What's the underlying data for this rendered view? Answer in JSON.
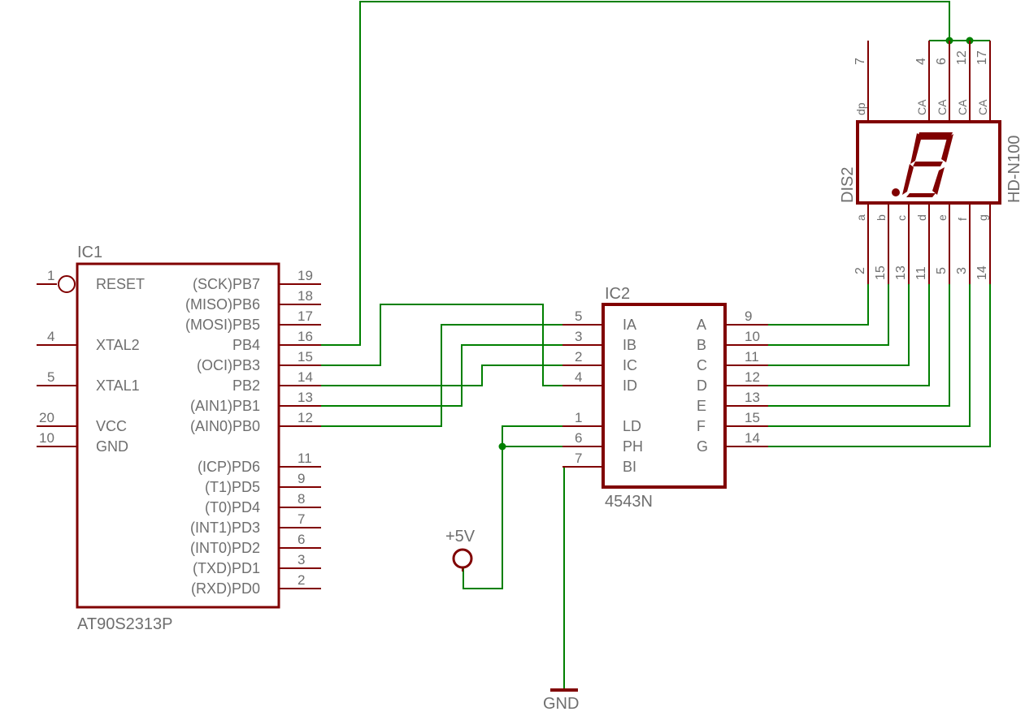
{
  "colors": {
    "component": "#800000",
    "wire": "#008000",
    "text": "#6e6e6e",
    "junction": "#008000"
  },
  "ic1": {
    "ref": "IC1",
    "part": "AT90S2313P",
    "left_pins": [
      {
        "num": "1",
        "label": "RESET",
        "active_low": true
      },
      {
        "num": "4",
        "label": "XTAL2"
      },
      {
        "num": "5",
        "label": "XTAL1"
      },
      {
        "num": "20",
        "label": "VCC"
      },
      {
        "num": "10",
        "label": "GND"
      }
    ],
    "right_pins": [
      {
        "num": "19",
        "label": "(SCK)PB7"
      },
      {
        "num": "18",
        "label": "(MISO)PB6"
      },
      {
        "num": "17",
        "label": "(MOSI)PB5"
      },
      {
        "num": "16",
        "label": "PB4"
      },
      {
        "num": "15",
        "label": "(OCI)PB3"
      },
      {
        "num": "14",
        "label": "PB2"
      },
      {
        "num": "13",
        "label": "(AIN1)PB1"
      },
      {
        "num": "12",
        "label": "(AIN0)PB0"
      },
      {
        "num": "11",
        "label": "(ICP)PD6"
      },
      {
        "num": "9",
        "label": "(T1)PD5"
      },
      {
        "num": "8",
        "label": "(T0)PD4"
      },
      {
        "num": "7",
        "label": "(INT1)PD3"
      },
      {
        "num": "6",
        "label": "(INT0)PD2"
      },
      {
        "num": "3",
        "label": "(TXD)PD1"
      },
      {
        "num": "2",
        "label": "(RXD)PD0"
      }
    ]
  },
  "ic2": {
    "ref": "IC2",
    "part": "4543N",
    "left_pins": [
      {
        "num": "5",
        "label": "IA"
      },
      {
        "num": "3",
        "label": "IB"
      },
      {
        "num": "2",
        "label": "IC"
      },
      {
        "num": "4",
        "label": "ID"
      },
      {
        "num": "1",
        "label": "LD"
      },
      {
        "num": "6",
        "label": "PH"
      },
      {
        "num": "7",
        "label": "BI"
      }
    ],
    "right_pins": [
      {
        "num": "9",
        "label": "A"
      },
      {
        "num": "10",
        "label": "B"
      },
      {
        "num": "11",
        "label": "C"
      },
      {
        "num": "12",
        "label": "D"
      },
      {
        "num": "13",
        "label": "E"
      },
      {
        "num": "15",
        "label": "F"
      },
      {
        "num": "14",
        "label": "G"
      }
    ]
  },
  "display": {
    "ref": "DIS2",
    "part": "HD-N100",
    "digit": "8",
    "top_pins": [
      {
        "num": "7",
        "label": "dp"
      },
      {
        "num": "4",
        "label": "CA"
      },
      {
        "num": "6",
        "label": "CA"
      },
      {
        "num": "12",
        "label": "CA"
      },
      {
        "num": "17",
        "label": "CA"
      }
    ],
    "bottom_pins": [
      {
        "num": "2",
        "label": "a"
      },
      {
        "num": "15",
        "label": "b"
      },
      {
        "num": "13",
        "label": "c"
      },
      {
        "num": "11",
        "label": "d"
      },
      {
        "num": "5",
        "label": "e"
      },
      {
        "num": "3",
        "label": "f"
      },
      {
        "num": "14",
        "label": "g"
      }
    ]
  },
  "supply": {
    "label": "+5V"
  },
  "ground": {
    "label": "GND"
  }
}
